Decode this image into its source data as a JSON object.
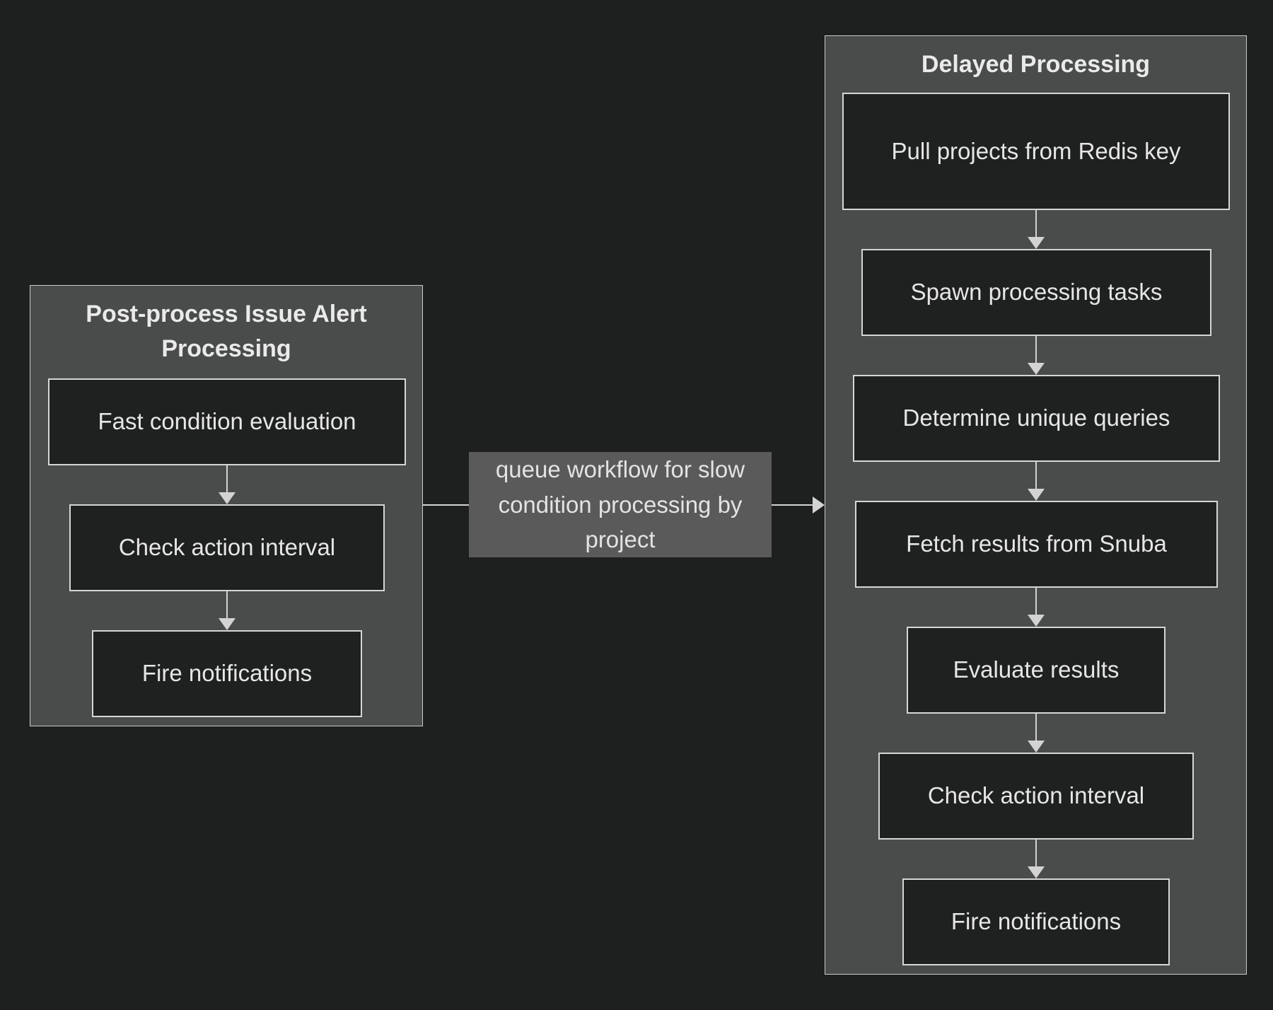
{
  "diagram": {
    "type": "flowchart",
    "left_cluster": {
      "title": "Post-process Issue Alert Processing",
      "nodes": [
        "Fast condition evaluation",
        "Check action interval",
        "Fire notifications"
      ]
    },
    "right_cluster": {
      "title": "Delayed Processing",
      "nodes": [
        "Pull projects from Redis key",
        "Spawn processing tasks",
        "Determine unique queries",
        "Fetch results from Snuba",
        "Evaluate results",
        "Check action interval",
        "Fire notifications"
      ]
    },
    "edge": {
      "label": "queue workflow for slow condition processing by project",
      "from": "Post-process Issue Alert Processing",
      "to": "Delayed Processing"
    },
    "colors": {
      "page_background": "#1e1f1f",
      "cluster_background": "#4a4c4c",
      "cluster_border": "#c9cbcb",
      "node_background": "#1f2020",
      "node_border": "#d6d6d6",
      "text": "#e6e6e6",
      "edge_label_background": "#5a5a5a",
      "arrow": "#d3d3d3"
    }
  }
}
